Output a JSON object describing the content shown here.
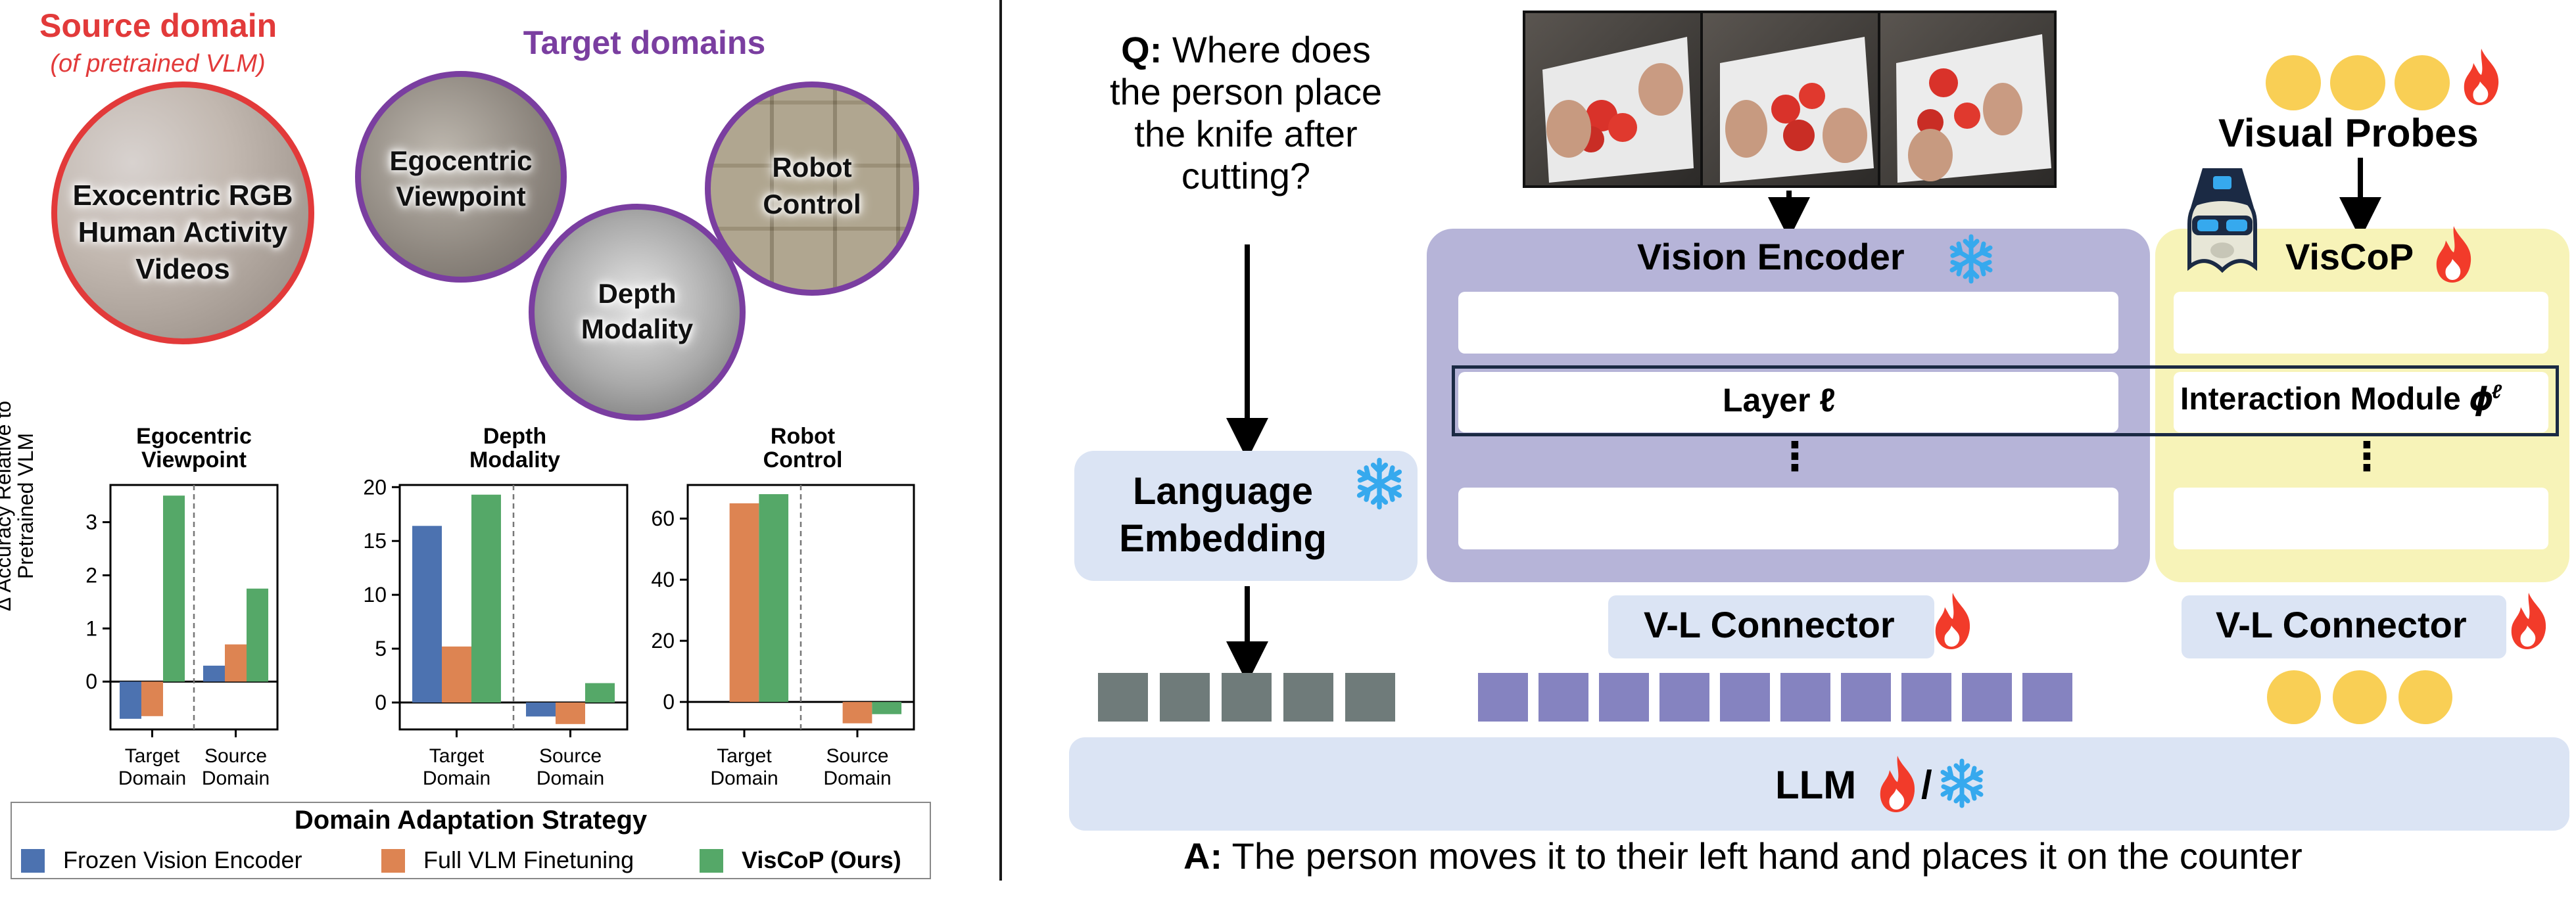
{
  "left": {
    "source": {
      "title": "Source domain",
      "subtitle": "(of pretrained VLM)",
      "circle_lines": [
        "Exocentric RGB",
        "Human Activity",
        "Videos"
      ]
    },
    "targets": {
      "title": "Target domains",
      "ego_lines": [
        "Egocentric",
        "Viewpoint"
      ],
      "robot_lines": [
        "Robot",
        "Control"
      ],
      "depth_lines": [
        "Depth",
        "Modality"
      ]
    },
    "y_axis_label": [
      "Δ Accuracy Relative to",
      "Pretrained VLM"
    ],
    "legend": {
      "title": "Domain Adaptation Strategy",
      "items": [
        {
          "label": "Frozen Vision Encoder",
          "color": "#4c72b0"
        },
        {
          "label": "Full VLM Finetuning",
          "color": "#dd8452"
        },
        {
          "label": "VisCoP (Ours)",
          "color": "#55a868"
        }
      ]
    }
  },
  "chart_data": [
    {
      "type": "bar",
      "title": [
        "Egocentric",
        "Viewpoint"
      ],
      "categories": [
        [
          "Target",
          "Domain"
        ],
        [
          "Source",
          "Domain"
        ]
      ],
      "series": [
        {
          "name": "Frozen Vision Encoder",
          "values": [
            -0.7,
            0.3
          ]
        },
        {
          "name": "Full VLM Finetuning",
          "values": [
            -0.65,
            0.7
          ]
        },
        {
          "name": "VisCoP (Ours)",
          "values": [
            3.5,
            1.75
          ]
        }
      ],
      "ylim": [
        -0.9,
        3.7
      ],
      "yticks": [
        0,
        1,
        2,
        3
      ]
    },
    {
      "type": "bar",
      "title": [
        "Depth",
        "Modality"
      ],
      "categories": [
        [
          "Target",
          "Domain"
        ],
        [
          "Source",
          "Domain"
        ]
      ],
      "series": [
        {
          "name": "Frozen Vision Encoder",
          "values": [
            16.4,
            -1.3
          ]
        },
        {
          "name": "Full VLM Finetuning",
          "values": [
            5.2,
            -2.0
          ]
        },
        {
          "name": "VisCoP (Ours)",
          "values": [
            19.3,
            1.8
          ]
        }
      ],
      "ylim": [
        -2.5,
        20.2
      ],
      "yticks": [
        0,
        5,
        10,
        15,
        20
      ]
    },
    {
      "type": "bar",
      "title": [
        "Robot",
        "Control"
      ],
      "categories": [
        [
          "Target",
          "Domain"
        ],
        [
          "Source",
          "Domain"
        ]
      ],
      "series": [
        {
          "name": "Frozen Vision Encoder",
          "values": [
            0,
            0
          ]
        },
        {
          "name": "Full VLM Finetuning",
          "values": [
            65,
            -7
          ]
        },
        {
          "name": "VisCoP (Ours)",
          "values": [
            68,
            -4
          ]
        }
      ],
      "ylim": [
        -9,
        71
      ],
      "yticks": [
        0,
        20,
        40,
        60
      ]
    }
  ],
  "right": {
    "question_prefix": "Q:",
    "question_lines": [
      " Where does",
      "the person place",
      "the knife after",
      "cutting?"
    ],
    "vision_encoder": "Vision Encoder",
    "layer_label": "Layer ℓ",
    "language_embedding": [
      "Language",
      "Embedding"
    ],
    "vl_connector_left": "V-L Connector",
    "vl_connector_right": "V-L Connector",
    "visual_probes": "Visual Probes",
    "viscop": "VisCoP",
    "interaction_module": "Interaction Module 𝝓",
    "interaction_sup": "ℓ",
    "vdots": "⋮",
    "llm": "LLM",
    "llm_sep": "/",
    "answer_prefix": "A:",
    "answer": " The person moves it to their left hand and places it on the counter",
    "colors": {
      "lavender": "#b6b4d8",
      "light_blue": "#dbe4f4",
      "yellow": "#f7f3b8",
      "yellow_dot": "#f9cf55",
      "grey_token": "#6f7b7a",
      "purple_token": "#8583c0",
      "flame": "#f23b2a",
      "snow": "#36a9ee"
    }
  }
}
